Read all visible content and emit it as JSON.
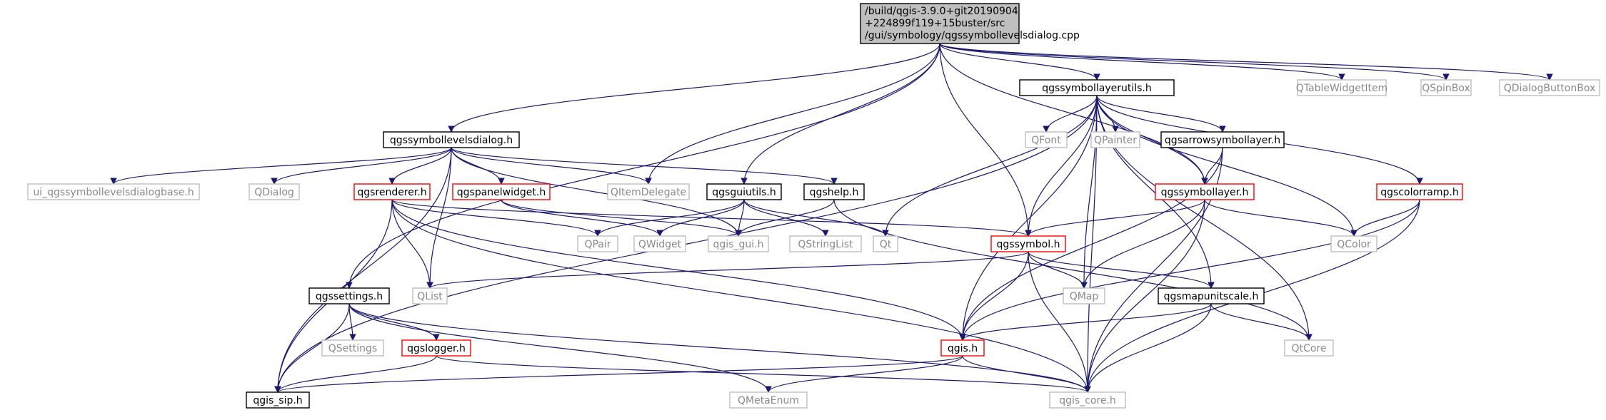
{
  "colors": {
    "edge": "#191970",
    "black_border": "#000000",
    "red_border": "#ff0000",
    "gray_border": "#bfbfbf",
    "root_fill": "#bfbfbf",
    "text": "#000000",
    "gray_text": "#8a8a8a"
  },
  "nodes": {
    "root": {
      "lines": [
        "/build/qgis-3.9.0+git20190904",
        "+224899f119+15buster/src",
        "/gui/symbology/qgssymbollevelsdialog.cpp"
      ],
      "style": "root"
    },
    "qgssymbollayerutils": {
      "label": "qgssymbollayerutils.h",
      "style": "black"
    },
    "qtablewidgetitem": {
      "label": "QTableWidgetItem",
      "style": "gray"
    },
    "qspinbox": {
      "label": "QSpinBox",
      "style": "gray"
    },
    "qdialogbuttonbox": {
      "label": "QDialogButtonBox",
      "style": "gray"
    },
    "qgssymbollevelsdialog": {
      "label": "qgssymbollevelsdialog.h",
      "style": "black"
    },
    "qfont": {
      "label": "QFont",
      "style": "gray"
    },
    "qpainter": {
      "label": "QPainter",
      "style": "gray"
    },
    "qgsarrowsymbollayer": {
      "label": "qgsarrowsymbollayer.h",
      "style": "black"
    },
    "ui_dialogbase": {
      "label": "ui_qgssymbollevelsdialogbase.h",
      "style": "gray"
    },
    "qdialog": {
      "label": "QDialog",
      "style": "gray"
    },
    "qgsrenderer": {
      "label": "qgsrenderer.h",
      "style": "red"
    },
    "qgspanelwidget": {
      "label": "qgspanelwidget.h",
      "style": "red"
    },
    "qitemdelegate": {
      "label": "QItemDelegate",
      "style": "gray"
    },
    "qgsguiutils": {
      "label": "qgsguiutils.h",
      "style": "black"
    },
    "qgshelp": {
      "label": "qgshelp.h",
      "style": "black"
    },
    "qgssymbollayer": {
      "label": "qgssymbollayer.h",
      "style": "red"
    },
    "qgscolorramp": {
      "label": "qgscolorramp.h",
      "style": "red"
    },
    "qpair": {
      "label": "QPair",
      "style": "gray"
    },
    "qwidget": {
      "label": "QWidget",
      "style": "gray"
    },
    "qgis_gui": {
      "label": "qgis_gui.h",
      "style": "gray"
    },
    "qstringlist": {
      "label": "QStringList",
      "style": "gray"
    },
    "qt": {
      "label": "Qt",
      "style": "gray"
    },
    "qgssymbol": {
      "label": "qgssymbol.h",
      "style": "red"
    },
    "qcolor": {
      "label": "QColor",
      "style": "gray"
    },
    "qgssettings": {
      "label": "qgssettings.h",
      "style": "black"
    },
    "qlist": {
      "label": "QList",
      "style": "gray"
    },
    "qmap": {
      "label": "QMap",
      "style": "gray"
    },
    "qgsmapunitscale": {
      "label": "qgsmapunitscale.h",
      "style": "black"
    },
    "qsettings": {
      "label": "QSettings",
      "style": "gray"
    },
    "qgslogger": {
      "label": "qgslogger.h",
      "style": "red"
    },
    "qgis": {
      "label": "qgis.h",
      "style": "red"
    },
    "qtcore": {
      "label": "QtCore",
      "style": "gray"
    },
    "qgis_sip": {
      "label": "qgis_sip.h",
      "style": "black"
    },
    "qmetaenum": {
      "label": "QMetaEnum",
      "style": "gray"
    },
    "qgis_core": {
      "label": "qgis_core.h",
      "style": "gray"
    }
  },
  "edges": [
    [
      "root",
      "qgssymbollayerutils"
    ],
    [
      "root",
      "qtablewidgetitem"
    ],
    [
      "root",
      "qspinbox"
    ],
    [
      "root",
      "qdialogbuttonbox"
    ],
    [
      "root",
      "qgssymbollevelsdialog"
    ],
    [
      "root",
      "qitemdelegate"
    ],
    [
      "root",
      "qgsguiutils"
    ],
    [
      "root",
      "qgssymbol"
    ],
    [
      "root",
      "qgssymbollayer"
    ],
    [
      "root",
      "qgssettings"
    ],
    [
      "qgssymbollayerutils",
      "qfont"
    ],
    [
      "qgssymbollayerutils",
      "qpainter"
    ],
    [
      "qgssymbollayerutils",
      "qgsarrowsymbollayer"
    ],
    [
      "qgssymbollayerutils",
      "qgscolorramp"
    ],
    [
      "qgssymbollayerutils",
      "qcolor"
    ],
    [
      "qgssymbollayerutils",
      "qtcore"
    ],
    [
      "qgssymbollayerutils",
      "qgis_core"
    ],
    [
      "qgssymbollayerutils",
      "qt"
    ],
    [
      "qgssymbollayerutils",
      "qgis"
    ],
    [
      "qgssymbollayerutils",
      "qmap"
    ],
    [
      "qgssymbollayerutils",
      "qgssymbol"
    ],
    [
      "qgssymbollayerutils",
      "qgsmapunitscale"
    ],
    [
      "qgssymbollayerutils",
      "qgssymbollayer"
    ],
    [
      "qgssymbollayerutils",
      "qgis_sip"
    ],
    [
      "qgssymbollevelsdialog",
      "ui_dialogbase"
    ],
    [
      "qgssymbollevelsdialog",
      "qdialog"
    ],
    [
      "qgssymbollevelsdialog",
      "qgsrenderer"
    ],
    [
      "qgssymbollevelsdialog",
      "qgspanelwidget"
    ],
    [
      "qgssymbollevelsdialog",
      "qitemdelegate"
    ],
    [
      "qgssymbollevelsdialog",
      "qgshelp"
    ],
    [
      "qgssymbollevelsdialog",
      "qlist"
    ],
    [
      "qgssymbollevelsdialog",
      "qgis_sip"
    ],
    [
      "qgssymbollevelsdialog",
      "qgis_gui"
    ],
    [
      "qgsrenderer",
      "qpair"
    ],
    [
      "qgsrenderer",
      "qlist"
    ],
    [
      "qgsrenderer",
      "qgis_sip"
    ],
    [
      "qgsrenderer",
      "qgis"
    ],
    [
      "qgsrenderer",
      "qgis_core"
    ],
    [
      "qgsrenderer",
      "qgssymbol"
    ],
    [
      "qgspanelwidget",
      "qwidget"
    ],
    [
      "qgspanelwidget",
      "qgis_gui"
    ],
    [
      "qgsguiutils",
      "qpair"
    ],
    [
      "qgsguiutils",
      "qwidget"
    ],
    [
      "qgsguiutils",
      "qgis_gui"
    ],
    [
      "qgsguiutils",
      "qstringlist"
    ],
    [
      "qgsguiutils",
      "qt"
    ],
    [
      "qgshelp",
      "qgis_gui"
    ],
    [
      "qgshelp",
      "qtcore"
    ],
    [
      "qgsarrowsymbollayer",
      "qgssymbollayer"
    ],
    [
      "qgsarrowsymbollayer",
      "qgis"
    ],
    [
      "qgsarrowsymbollayer",
      "qgis_core"
    ],
    [
      "qgssymbollayer",
      "qgssymbol"
    ],
    [
      "qgssymbollayer",
      "qmap"
    ],
    [
      "qgssymbollayer",
      "qcolor"
    ],
    [
      "qgssymbollayer",
      "qgis_core"
    ],
    [
      "qgscolorramp",
      "qcolor"
    ],
    [
      "qgscolorramp",
      "qgis"
    ],
    [
      "qgscolorramp",
      "qgis_core"
    ],
    [
      "qgssymbol",
      "qlist"
    ],
    [
      "qgssymbol",
      "qmap"
    ],
    [
      "qgssymbol",
      "qgsmapunitscale"
    ],
    [
      "qgssymbol",
      "qgis"
    ],
    [
      "qgssymbol",
      "qgis_core"
    ],
    [
      "qgsmapunitscale",
      "qgis"
    ],
    [
      "qgsmapunitscale",
      "qtcore"
    ],
    [
      "qgsmapunitscale",
      "qgis_core"
    ],
    [
      "qgssettings",
      "qsettings"
    ],
    [
      "qgssettings",
      "qgslogger"
    ],
    [
      "qgssettings",
      "qgis_sip"
    ],
    [
      "qgssettings",
      "qmetaenum"
    ],
    [
      "qgssettings",
      "qgis_core"
    ],
    [
      "qgslogger",
      "qgis_sip"
    ],
    [
      "qgslogger",
      "qgis_core"
    ],
    [
      "qgis",
      "qgis_sip"
    ],
    [
      "qgis",
      "qmetaenum"
    ],
    [
      "qgis",
      "qgis_core"
    ]
  ]
}
